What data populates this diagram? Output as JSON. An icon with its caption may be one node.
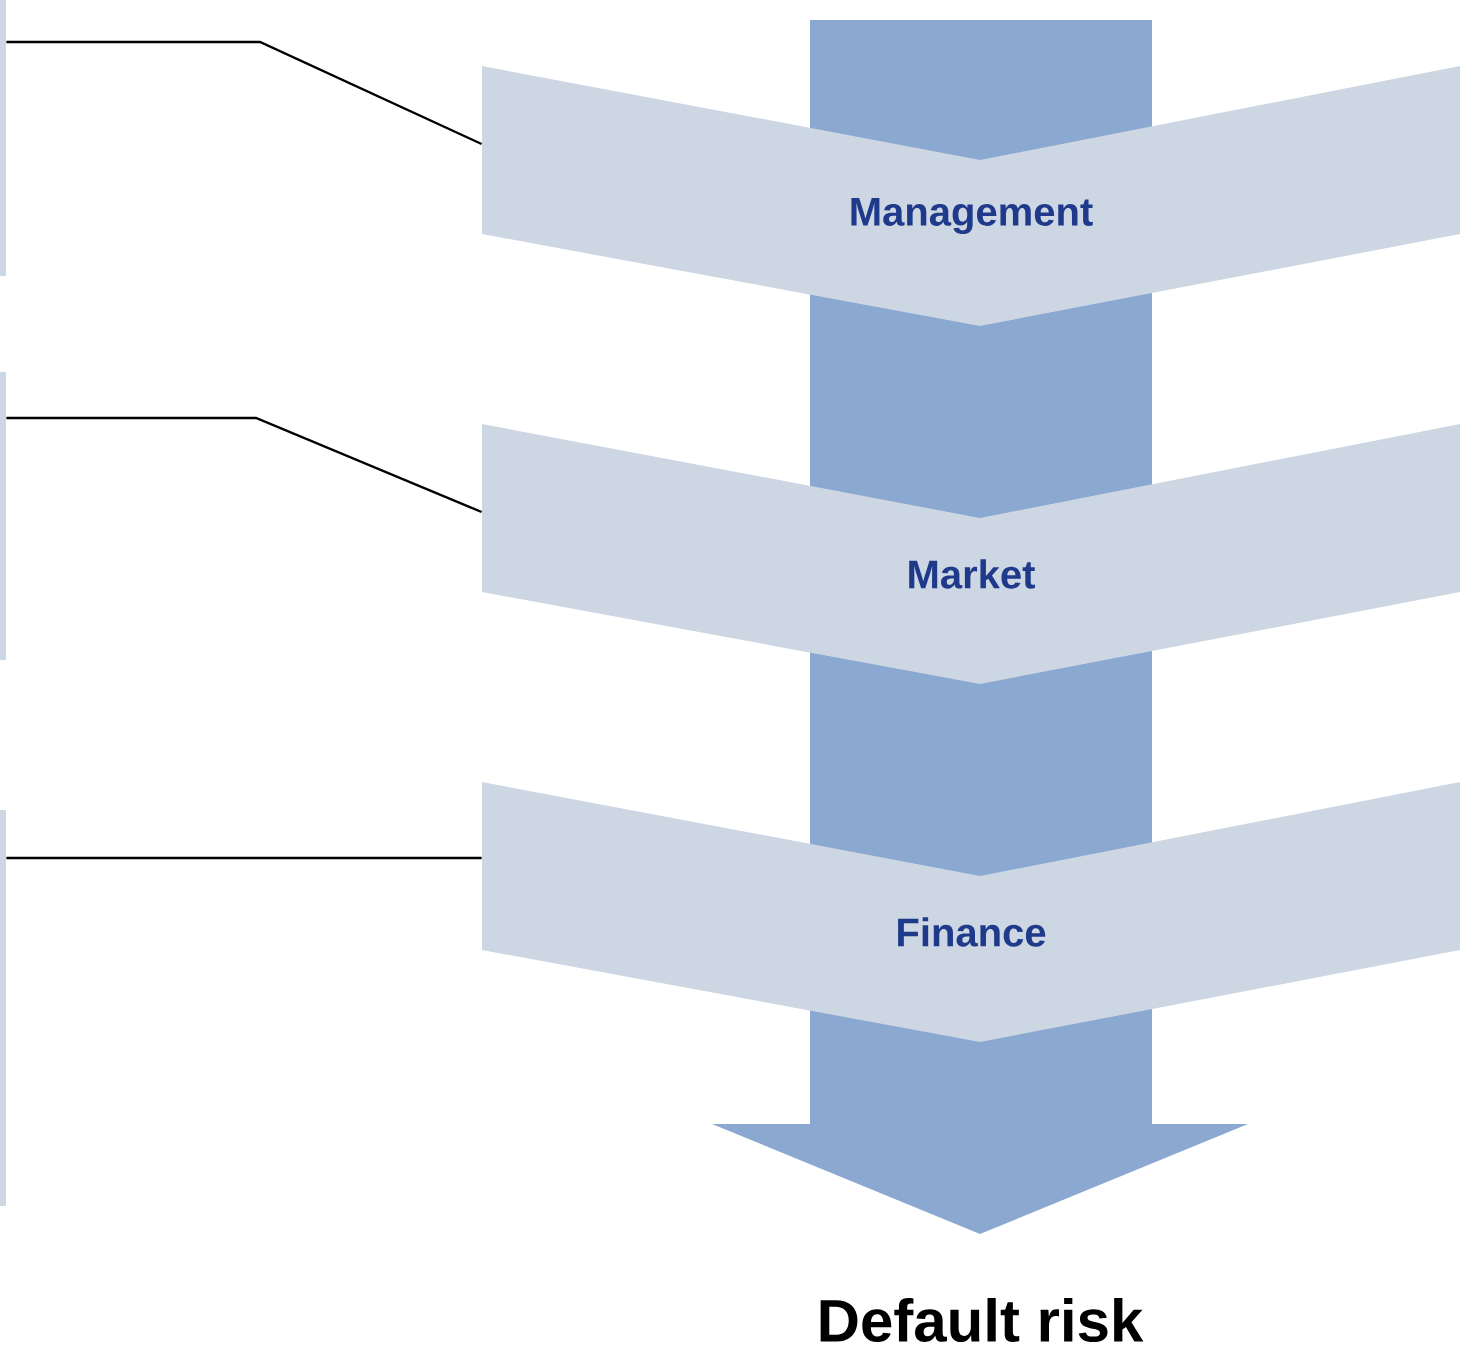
{
  "diagram": {
    "nodes": [
      {
        "text": [
          "Management"
        ]
      },
      {
        "text": [
          "Market"
        ]
      },
      {
        "text": [
          "Finance"
        ]
      },
      {
        "text": [],
        "shape": "bar"
      },
      {
        "text": [],
        "shape": "bar"
      },
      {
        "text": [],
        "shape": "bar"
      }
    ],
    "edges": [
      {
        "from": 3,
        "to": 0,
        "arrow": "none"
      },
      {
        "from": 4,
        "to": 1,
        "arrow": "none"
      },
      {
        "from": 5,
        "to": 2,
        "arrow": "none"
      }
    ],
    "labels": [
      "Default risk"
    ]
  }
}
